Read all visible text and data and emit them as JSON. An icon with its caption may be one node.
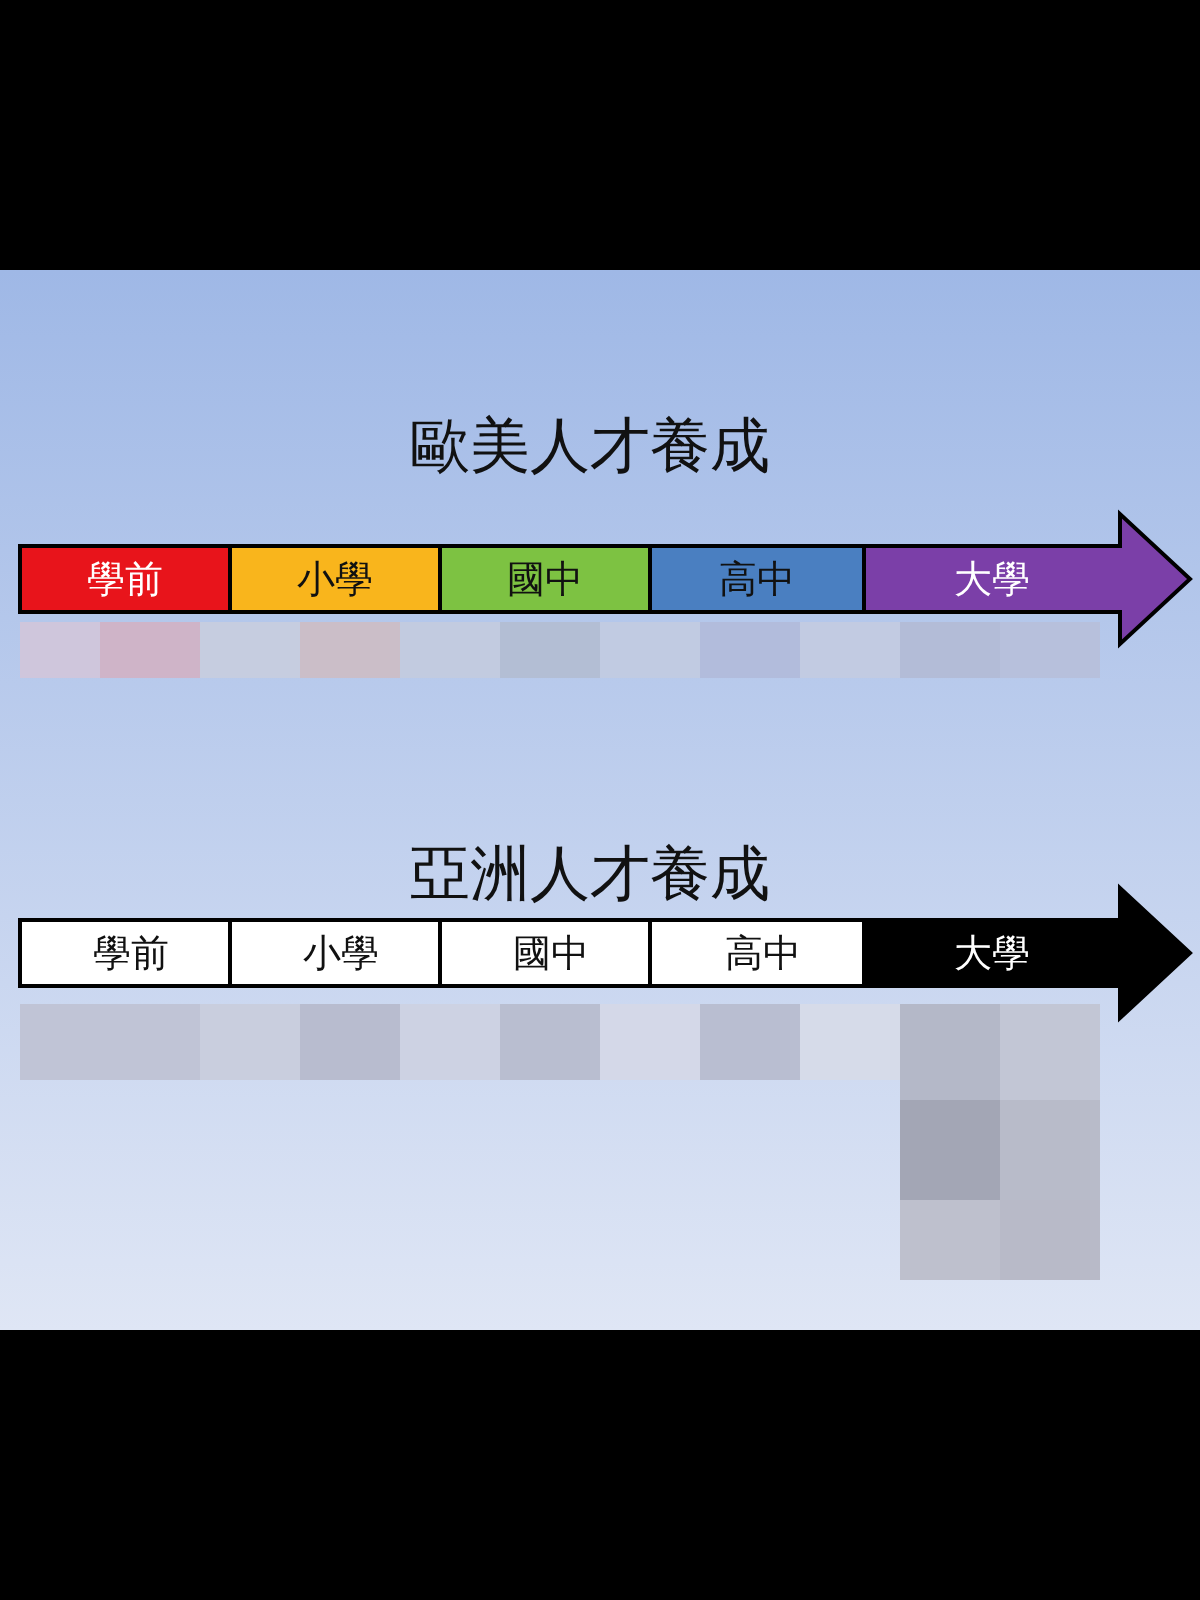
{
  "diagram": {
    "nodes": [
      {
        "text": [
          "學前"
        ]
      },
      {
        "text": [
          "小學"
        ]
      },
      {
        "text": [
          "國中"
        ]
      },
      {
        "text": [
          "高中"
        ]
      },
      {
        "text": [
          "大學"
        ]
      },
      {
        "text": [
          "學前"
        ]
      },
      {
        "text": [
          "小學"
        ]
      },
      {
        "text": [
          "國中"
        ]
      },
      {
        "text": [
          "高中"
        ]
      },
      {
        "text": [
          "大學"
        ]
      }
    ],
    "labels": [
      "歐美人才養成",
      "亞洲人才養成"
    ]
  }
}
